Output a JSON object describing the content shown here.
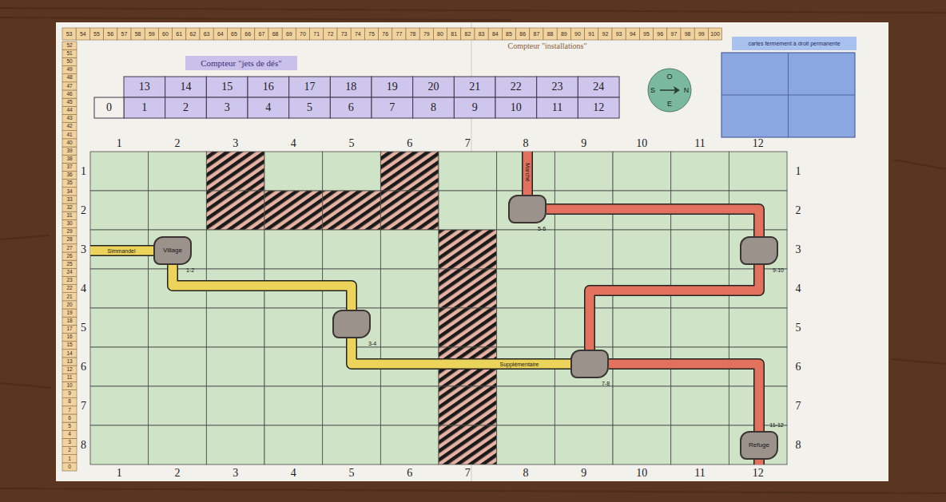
{
  "diagram": {
    "nodes": [
      {
        "text": [
          "Village",
          "1-2"
        ]
      },
      {
        "text": [
          "3-4"
        ]
      },
      {
        "text": [
          "5-6"
        ]
      },
      {
        "text": [
          "7-8"
        ]
      },
      {
        "text": [
          "9-10"
        ]
      },
      {
        "text": [
          "Refuge",
          "11-12"
        ]
      }
    ],
    "edges": [
      {
        "from": 0,
        "to": 1,
        "arrow": "none"
      },
      {
        "from": 1,
        "to": 3,
        "label": "Supplémentaire",
        "arrow": "none"
      },
      {
        "from": 2,
        "to": 4,
        "arrow": "none"
      },
      {
        "from": 4,
        "to": 3,
        "arrow": "none"
      },
      {
        "from": 3,
        "to": 5,
        "arrow": "none"
      }
    ],
    "labels": [
      "53",
      "54",
      "55",
      "56",
      "57",
      "58",
      "59",
      "60",
      "61",
      "62",
      "63",
      "64",
      "65",
      "66",
      "67",
      "68",
      "69",
      "70",
      "71",
      "72",
      "73",
      "74",
      "75",
      "76",
      "77",
      "78",
      "79",
      "80",
      "81",
      "82",
      "83",
      "84",
      "85",
      "86",
      "87",
      "88",
      "89",
      "90",
      "91",
      "92",
      "93",
      "94",
      "95",
      "96",
      "97",
      "98",
      "99",
      "100",
      "0",
      "1",
      "2",
      "3",
      "4",
      "5",
      "6",
      "7",
      "8",
      "9",
      "10",
      "11",
      "12",
      "13",
      "14",
      "15",
      "16",
      "17",
      "18",
      "19",
      "20",
      "21",
      "22",
      "23",
      "24",
      "25",
      "26",
      "27",
      "28",
      "29",
      "30",
      "31",
      "32",
      "33",
      "34",
      "35",
      "36",
      "37",
      "38",
      "39",
      "40",
      "41",
      "42",
      "43",
      "44",
      "45",
      "46",
      "47",
      "48",
      "49",
      "50",
      "51",
      "52",
      "Compteur \"installations\"",
      "Compteur \"jets de dés\"",
      "13",
      "14",
      "15",
      "16",
      "17",
      "18",
      "19",
      "20",
      "21",
      "22",
      "23",
      "24",
      "0",
      "1",
      "2",
      "3",
      "4",
      "5",
      "6",
      "7",
      "8",
      "9",
      "10",
      "11",
      "12",
      "O",
      "S",
      "N",
      "E",
      "cartes fermement à droit permanente",
      "1",
      "2",
      "3",
      "4",
      "5",
      "6",
      "7",
      "8",
      "9",
      "10",
      "11",
      "12",
      "1",
      "2",
      "3",
      "4",
      "5",
      "6",
      "7",
      "8",
      "9",
      "10",
      "11",
      "12",
      "1",
      "2",
      "3",
      "4",
      "5",
      "6",
      "7",
      "8",
      "1",
      "2",
      "3",
      "4",
      "5",
      "6",
      "7",
      "8",
      "Simmandel",
      "Marché"
    ]
  }
}
